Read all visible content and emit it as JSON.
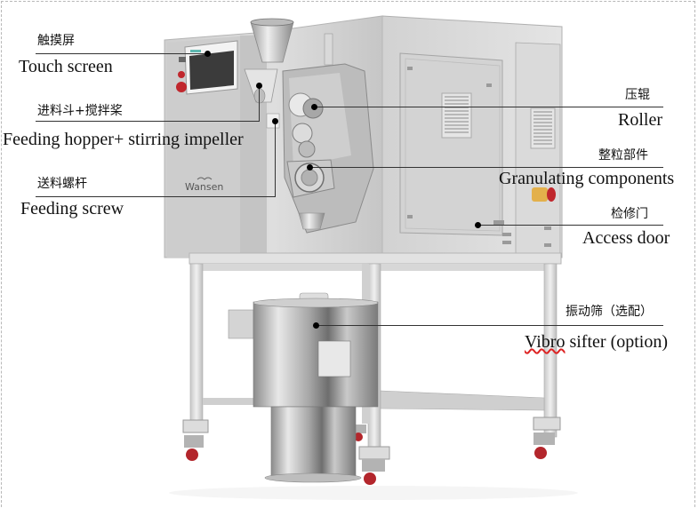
{
  "figure": {
    "subject": "Roller compactor dry granulator with vibro sifter",
    "brand_logo": "Wansen"
  },
  "callouts": [
    {
      "id": "touch-screen",
      "cn": "触摸屏",
      "en": "Touch screen"
    },
    {
      "id": "feeding-hopper",
      "cn": "进料斗+搅拌桨",
      "en": "Feeding hopper+ stirring impeller"
    },
    {
      "id": "feeding-screw",
      "cn": "送料螺杆",
      "en": "Feeding screw"
    },
    {
      "id": "roller",
      "cn": "压辊",
      "en": "Roller"
    },
    {
      "id": "granulating-components",
      "cn": "整粒部件",
      "en": "Granulating components"
    },
    {
      "id": "access-door",
      "cn": "检修门",
      "en": "Access door"
    },
    {
      "id": "vibro-sifter",
      "cn": "振动筛（选配）",
      "en_prefix": "Vibro",
      "en_suffix": " sifter (option)"
    }
  ],
  "colors": {
    "steel_light": "#d9d9d9",
    "steel_mid": "#bdbdbd",
    "steel_dark": "#8e8e8e",
    "screen": "#3a3a3a",
    "estop_red": "#c0272d",
    "switch_yellow": "#e3b04b",
    "caster_red": "#b3262c"
  }
}
